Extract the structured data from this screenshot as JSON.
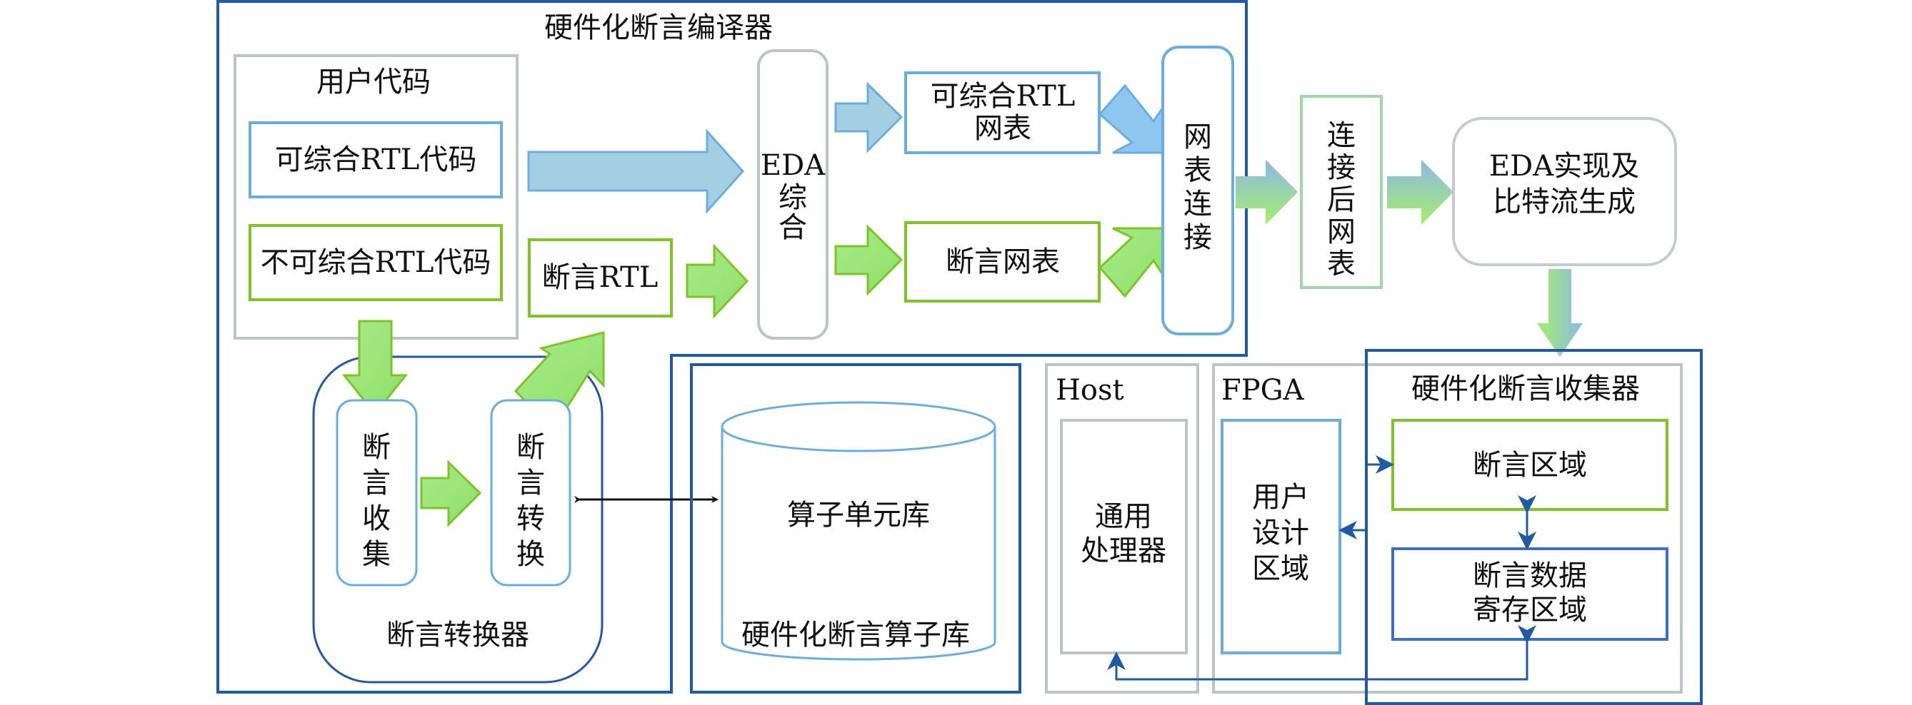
{
  "colors": {
    "frame_blue": "#1f5aa6",
    "light_blue": "#6aaee0",
    "green": "#7cc524",
    "gray": "#bcc5c5",
    "mint": "#9fd8a8",
    "arrow_blue_fill": "#a4cfe3",
    "arrow_green_fill": "#9be67a",
    "connector_blue": "#1f5aa6",
    "connector_black": "#111111"
  },
  "compiler": {
    "title": "硬件化断言编译器",
    "user_code": {
      "title": "用户代码",
      "synthesizable": "可综合RTL代码",
      "non_synthesizable": "不可综合RTL代码"
    },
    "assertion_rtl": "断言RTL",
    "eda_synthesis": [
      "EDA",
      "综",
      "合"
    ],
    "synth_netlist": [
      "可综合RTL",
      "网表"
    ],
    "assertion_netlist": "断言网表",
    "netlist_connect": [
      "网",
      "表",
      "连",
      "接"
    ]
  },
  "converter": {
    "title": "断言转换器",
    "collect": [
      "断",
      "言",
      "收",
      "集"
    ],
    "convert": [
      "断",
      "言",
      "转",
      "换"
    ]
  },
  "operator_library": {
    "title": "硬件化断言算子库",
    "cell_library": "算子单元库"
  },
  "connected_netlist": [
    "连",
    "接",
    "后",
    "网",
    "表"
  ],
  "eda_impl": [
    "EDA实现及",
    "比特流生成"
  ],
  "host": {
    "title": "Host",
    "processor": [
      "通用",
      "处理器"
    ]
  },
  "fpga": {
    "title": "FPGA",
    "user_design": [
      "用户",
      "设计",
      "区域"
    ]
  },
  "collector": {
    "title": "硬件化断言收集器",
    "assertion_region": "断言区域",
    "data_register": [
      "断言数据",
      "寄存区域"
    ]
  }
}
